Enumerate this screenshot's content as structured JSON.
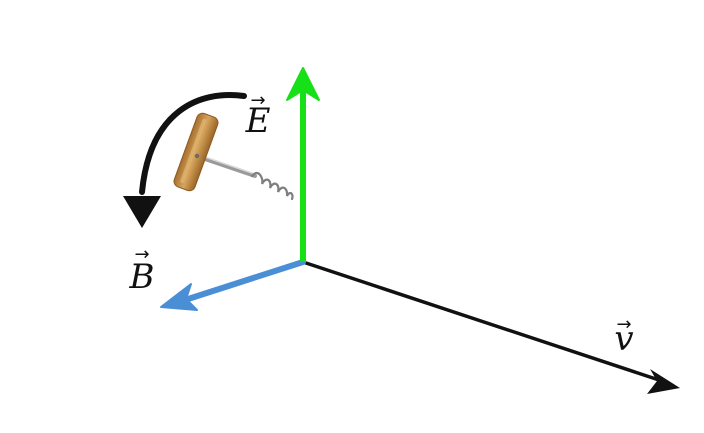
{
  "labels": {
    "E": {
      "letter": "E",
      "arrow": "→"
    },
    "B": {
      "letter": "B",
      "arrow": "→"
    },
    "v": {
      "letter": "v",
      "arrow": "→"
    }
  },
  "colors": {
    "E_vector": "#16e016",
    "B_vector": "#4a8fd6",
    "v_vector": "#111111",
    "rotation_arrow": "#111111",
    "corkscrew_handle": "#c8964e",
    "corkscrew_metal": "#8a8a8a"
  },
  "icons": {
    "corkscrew": "corkscrew-icon",
    "rotation": "curved-rotation-arrow-icon"
  }
}
